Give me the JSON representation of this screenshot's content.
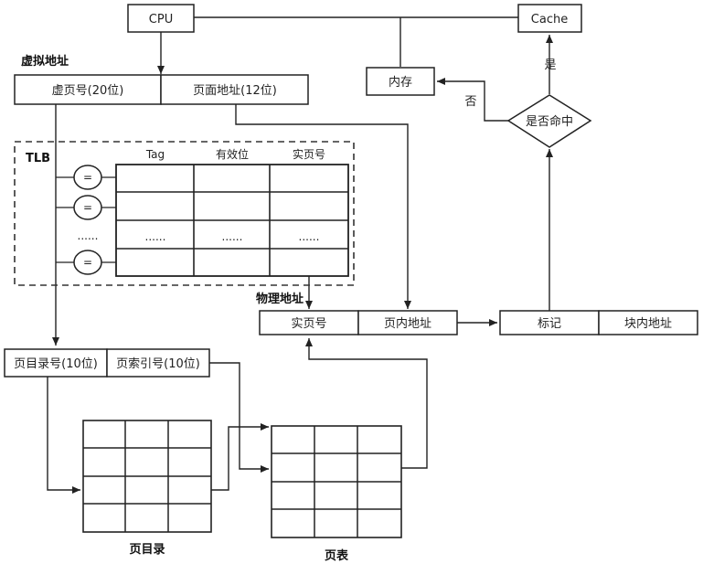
{
  "nodes": {
    "cpu": "CPU",
    "cache": "Cache",
    "memory": "内存",
    "hit_check": "是否命中",
    "virtual_address_title": "虚拟地址",
    "virtual_page_number": "虚页号(20位)",
    "page_offset": "页面地址(12位)",
    "tlb_title": "TLB",
    "physical_address_title": "物理地址",
    "real_page_number": "实页号",
    "in_page_address": "页内地址",
    "tag": "标记",
    "block_address": "块内地址",
    "page_dir_number": "页目录号(10位)",
    "page_index_number": "页索引号(10位)",
    "page_directory": "页目录",
    "page_table": "页表"
  },
  "tlb": {
    "columns": [
      "Tag",
      "有效位",
      "实页号"
    ],
    "comparator": "=",
    "ellipsis": "......",
    "ellipsis_row": [
      "......",
      "......",
      "......"
    ]
  },
  "edges": {
    "yes": "是",
    "no": "否"
  }
}
